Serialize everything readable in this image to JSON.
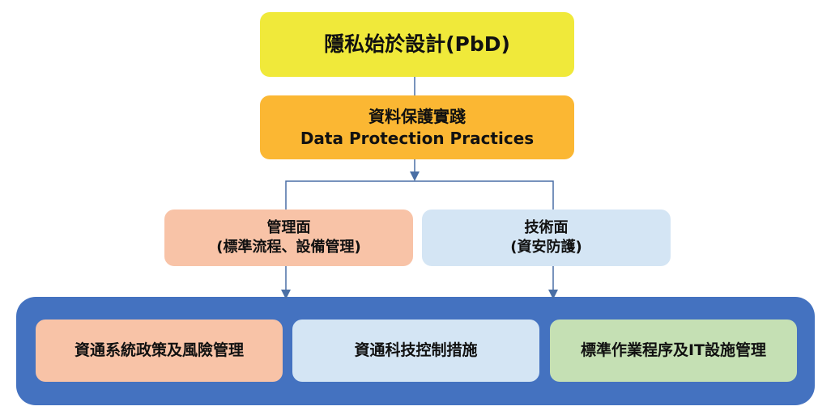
{
  "top": {
    "title": "隱私始於設計(PbD)"
  },
  "practices": {
    "line1": "資料保護實踐",
    "line2": "Data Protection Practices"
  },
  "management": {
    "line1": "管理面",
    "line2": "(標準流程、設備管理)"
  },
  "technical": {
    "line1": "技術面",
    "line2": "(資安防護)"
  },
  "bottom": {
    "items": [
      {
        "label": "資通系統政策及風險管理"
      },
      {
        "label": "資通科技控制措施"
      },
      {
        "label": "標準作業程序及IT設施管理"
      }
    ]
  },
  "colors": {
    "yellow": "#f0e93a",
    "orange": "#fbb733",
    "peach": "#f8c3a7",
    "light_blue": "#d4e5f4",
    "green": "#c5e0b4",
    "navy": "#4472c0",
    "connector": "#4a6fa5"
  }
}
